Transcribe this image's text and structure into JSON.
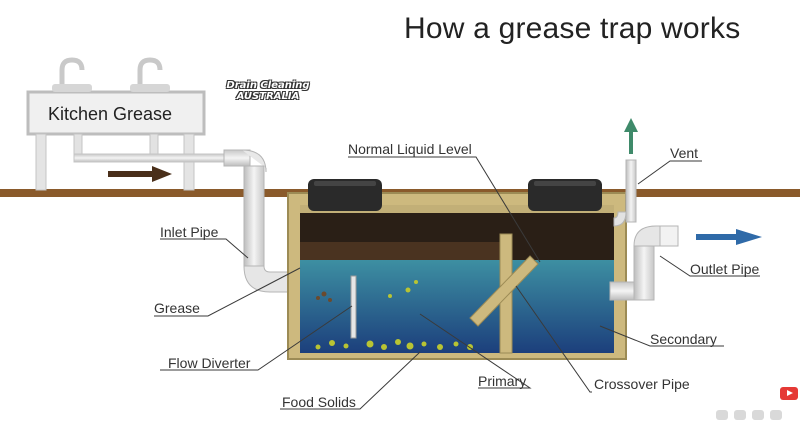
{
  "title": "How a grease trap works",
  "brand": {
    "line1": "Drain Cleaning",
    "line2": "AUSTRALIA"
  },
  "labels": {
    "sink": "Kitchen Grease",
    "inlet_pipe": "Inlet Pipe",
    "grease": "Grease",
    "flow_diverter": "Flow Diverter",
    "food_solids": "Food Solids",
    "primary": "Primary",
    "crossover_pipe": "Crossover Pipe",
    "secondary": "Secondary",
    "outlet_pipe": "Outlet Pipe",
    "vent": "Vent",
    "normal_liquid_level": "Normal Liquid Level"
  },
  "colors": {
    "ground": "#8a5a2b",
    "tank_wall": "#cdb97e",
    "water_top": "#3d8fa2",
    "water_bottom": "#1c3f7c",
    "grease_layer": "#3b2a1a",
    "pipe": "#e2e2e2",
    "flow_arrow": "#2f6aa8",
    "inlet_arrow": "#4a2f1a",
    "vent_arrow": "#3f8a6a",
    "leader_lines": "#3a3a3a"
  },
  "icons": [
    "flow-arrow-icon",
    "vent-arrow-icon",
    "outlet-arrow-icon",
    "youtube-icon"
  ]
}
